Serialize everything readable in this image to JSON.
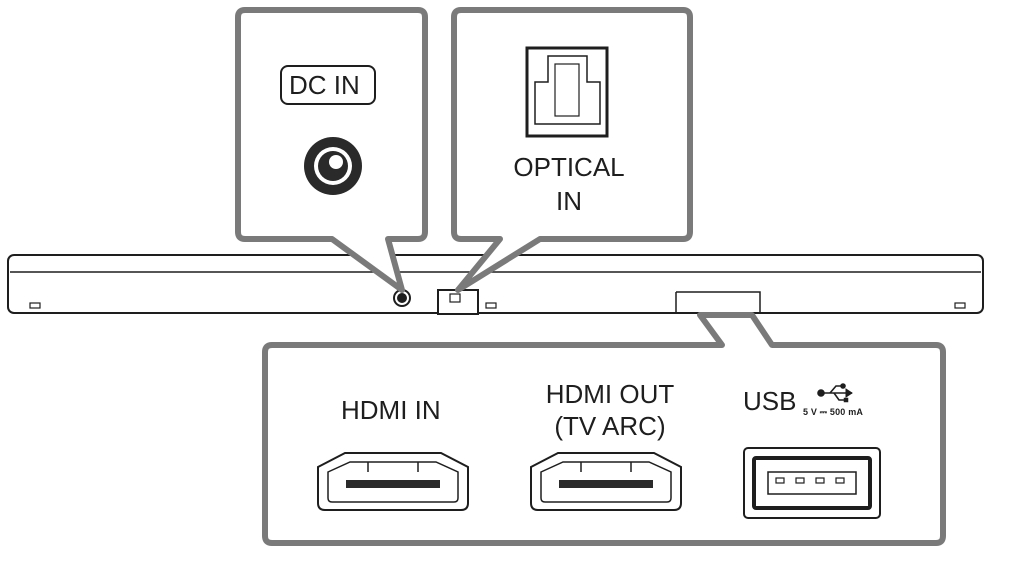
{
  "diagram": {
    "colors": {
      "outline": "#1e1e1e",
      "callout_border": "#7a7a7a",
      "callout_fill": "#ffffff",
      "port_fill": "#2a2a2a",
      "background": "#ffffff"
    },
    "callouts": {
      "dc_in": {
        "label": "DC IN",
        "icon": "dc-power-jack-icon"
      },
      "optical_in": {
        "label_line1": "OPTICAL",
        "label_line2": "IN",
        "icon": "optical-port-icon"
      },
      "rear_ports": {
        "hdmi_in": {
          "label": "HDMI IN",
          "icon": "hdmi-port-icon"
        },
        "hdmi_out": {
          "label_line1": "HDMI OUT",
          "label_line2": "(TV ARC)",
          "icon": "hdmi-port-icon"
        },
        "usb": {
          "label": "USB",
          "spec": "5 V ⎓ 500 mA",
          "icon": "usb-port-icon",
          "symbol": "usb-trident-icon"
        }
      }
    },
    "device": {
      "name": "soundbar",
      "icon": "soundbar-rear-icon"
    }
  }
}
